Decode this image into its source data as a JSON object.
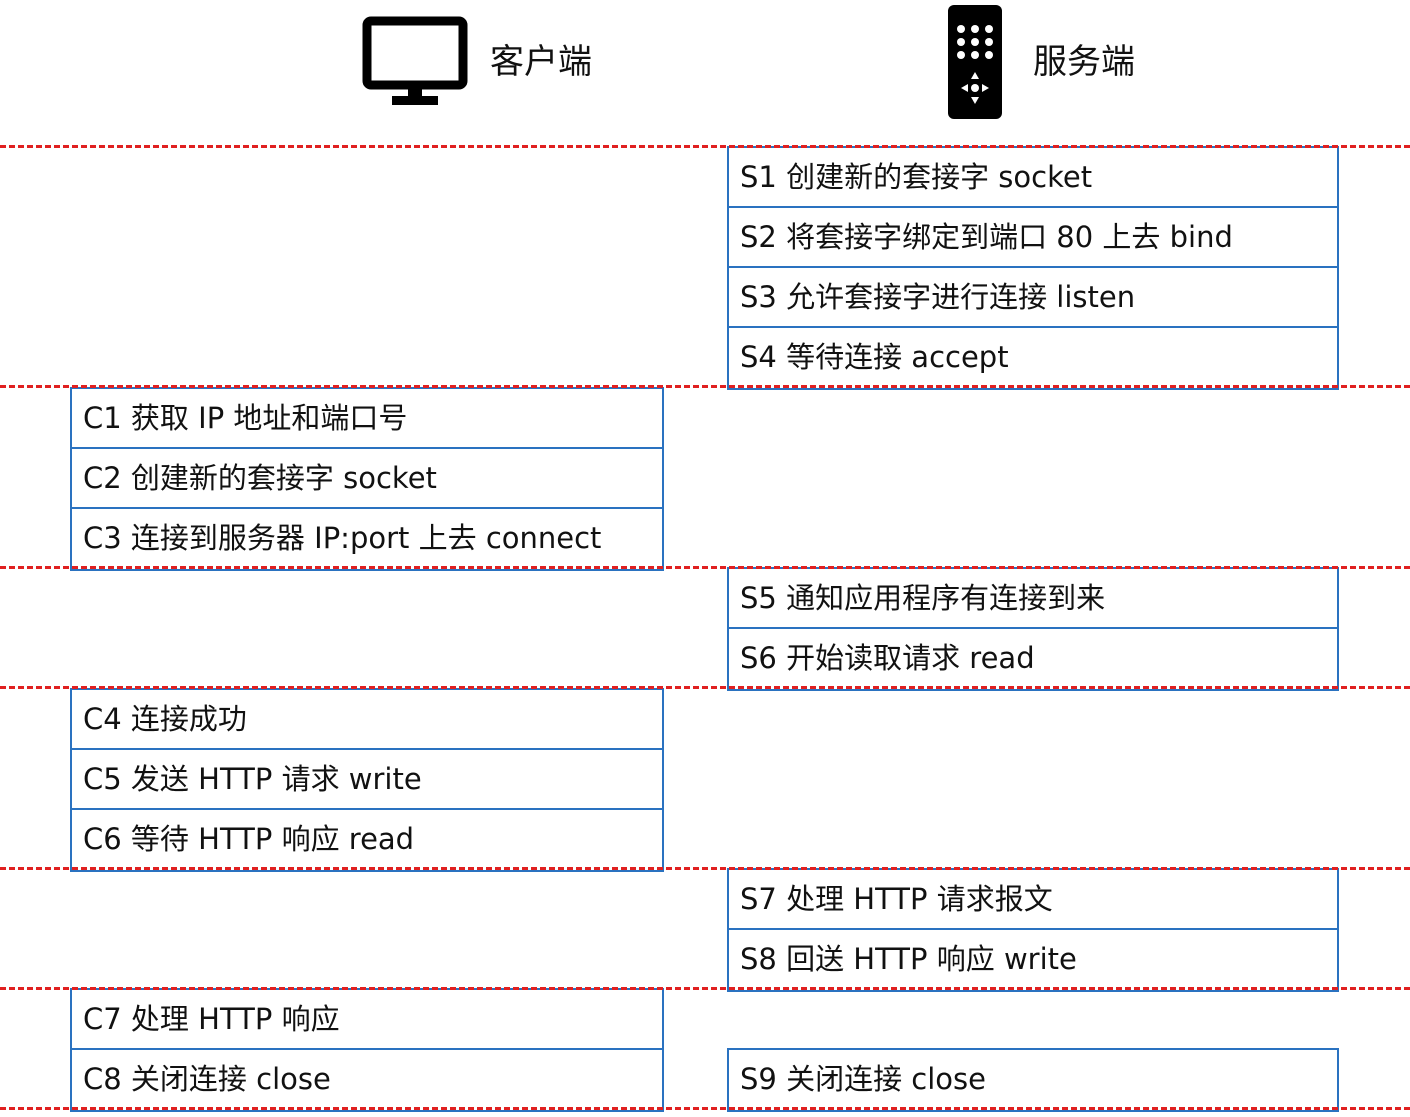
{
  "header": {
    "client_label": "客户端",
    "server_label": "服务端",
    "client_icon": "monitor-icon",
    "server_icon": "server-device-icon"
  },
  "colors": {
    "divider": "#e02020",
    "box_border": "#2a72c0",
    "text": "#111111",
    "icon": "#000000"
  },
  "phases": [
    {
      "side": "server",
      "steps": [
        "S1 创建新的套接字 socket",
        "S2 将套接字绑定到端口 80 上去 bind",
        "S3 允许套接字进行连接 listen",
        "S4 等待连接 accept"
      ]
    },
    {
      "side": "client",
      "steps": [
        "C1 获取 IP 地址和端口号",
        "C2 创建新的套接字 socket",
        "C3 连接到服务器 IP:port 上去 connect"
      ]
    },
    {
      "side": "server",
      "steps": [
        "S5 通知应用程序有连接到来",
        "S6 开始读取请求 read"
      ]
    },
    {
      "side": "client",
      "steps": [
        "C4 连接成功",
        "C5 发送 HTTP 请求 write",
        "C6 等待 HTTP 响应 read"
      ]
    },
    {
      "side": "server",
      "steps": [
        "S7 处理 HTTP 请求报文",
        "S8 回送 HTTP 响应 write"
      ]
    },
    {
      "side": "both",
      "client_steps": [
        "C7 处理 HTTP 响应",
        "C8 关闭连接 close"
      ],
      "server_steps": [
        "S9 关闭连接 close"
      ]
    }
  ]
}
